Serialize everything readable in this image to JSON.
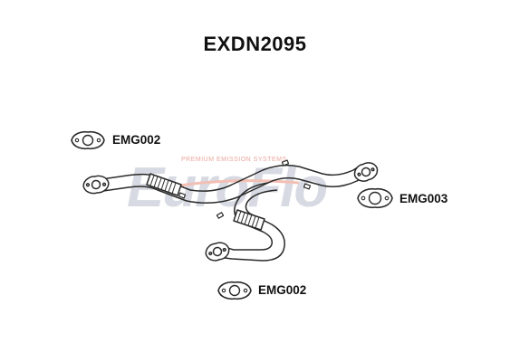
{
  "title": "EXDN2095",
  "parts": {
    "gasket_top_left": {
      "code": "EMG002",
      "icon": "gasket-icon"
    },
    "gasket_right": {
      "code": "EMG003",
      "icon": "gasket-icon"
    },
    "gasket_bottom": {
      "code": "EMG002",
      "icon": "gasket-icon"
    }
  },
  "watermark": {
    "brand": "EuroFlo",
    "tagline": "PREMIUM EMISSION SYSTEMS",
    "colors": {
      "light": "#d0d4dc",
      "accent": "#f2b9ac"
    }
  },
  "colors": {
    "line": "#2a2a2a",
    "background": "#ffffff"
  }
}
